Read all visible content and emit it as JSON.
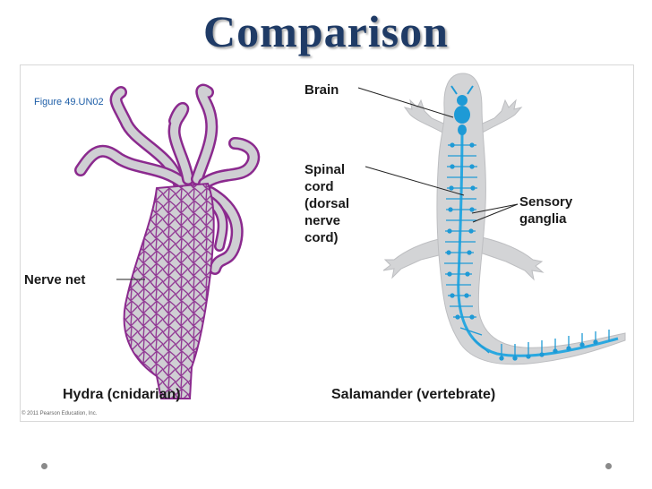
{
  "slide": {
    "title": "Comparison",
    "figure_label": "Figure 49.UN02",
    "copyright": "© 2011 Pearson Education, Inc."
  },
  "hydra": {
    "nerve_net_label": "Nerve net",
    "caption": "Hydra (cnidarian)",
    "colors": {
      "body": "#cfcfd3",
      "nerve": "#8b2a8e"
    }
  },
  "salamander": {
    "brain_label": "Brain",
    "spinal_cord_label_lines": [
      "Spinal",
      "cord",
      "(dorsal",
      "nerve",
      "cord)"
    ],
    "sensory_ganglia_label_lines": [
      "Sensory",
      "ganglia"
    ],
    "caption": "Salamander (vertebrate)",
    "colors": {
      "body": "#d3d4d6",
      "nerve": "#1e9ad6",
      "cord": "#2aa8e0"
    }
  }
}
